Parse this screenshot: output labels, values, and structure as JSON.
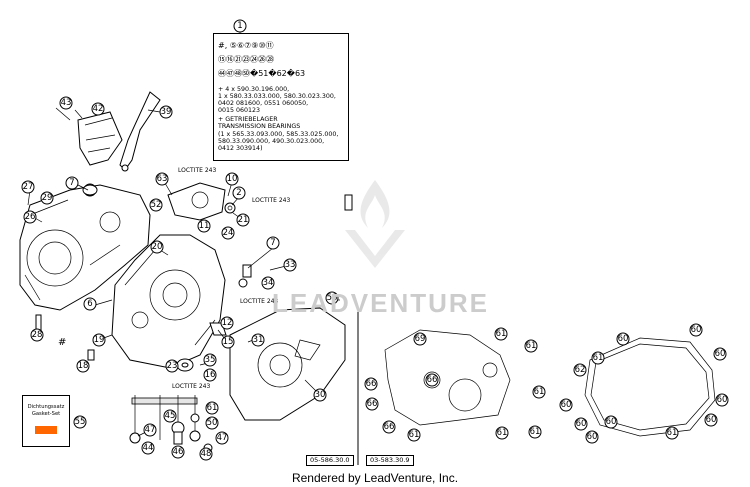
{
  "kit_card": {
    "title_callout": "1",
    "row1": "#, ⑤⑥⑦⑨⑩⑪",
    "row2": "⑮⑯㉑㉓㉔㉖㉘",
    "row3": "㊹㊼㊽㊿�51�62�63",
    "lines": [
      "+ 4 x 590.30.196.000,",
      "  1 x 580.33.033.000, 580.30.023.300,",
      "  0402 081600, 0551 060050,",
      "  0015 060123",
      "+ GETRIEBELAGER",
      "  TRANSMISSION BEARINGS",
      "  (1 x 565.33.093.000, 585.33.025.000,",
      "   580.33.090.000, 490.30.023.000,",
      "   0412 303914)"
    ]
  },
  "loctite_label": "LOCTITE 243",
  "gasket_set": {
    "line1": "Dichtungssatz",
    "line2": "Gasket-Set",
    "callout": "55"
  },
  "references": {
    "left": "05-586.30.0",
    "right": "03-583.30.9"
  },
  "watermark": "LEADVENTURE",
  "footer": "Rendered by LeadVenture, Inc.",
  "hash_mark": "#",
  "callouts": {
    "c43": "43",
    "c42": "42",
    "c39": "39",
    "c7": "7",
    "c27": "27",
    "c29": "29",
    "c26": "26",
    "c52": "52",
    "c63": "63",
    "c10": "10",
    "c2": "2",
    "c24": "24",
    "c21": "21",
    "c11": "11",
    "c20": "20",
    "c7b": "7",
    "c33": "33",
    "c34": "34",
    "c6": "6",
    "c58": "58",
    "c28": "28",
    "c19": "19",
    "c18": "18",
    "c31": "31",
    "c12": "12",
    "c15": "15",
    "c35": "35",
    "c23": "23",
    "c30": "30",
    "c47": "47",
    "c45": "45",
    "c44": "44",
    "c46": "46",
    "c16": "16",
    "c61": "61",
    "c50": "50",
    "c47b": "47",
    "c48": "48",
    "r69": "69",
    "r61a": "61",
    "r61b": "61",
    "r66a": "66",
    "r66b": "66",
    "r66c": "66",
    "r66d": "66",
    "r61c": "61",
    "r61d": "61",
    "r61e": "61",
    "r61f": "61",
    "s60a": "60",
    "s60b": "60",
    "s61a": "61",
    "s62": "62",
    "s60c": "60",
    "s60d": "60",
    "s60e": "60",
    "s60f": "60",
    "s60g": "60",
    "s60h": "60",
    "s61b": "61",
    "s60i": "60"
  }
}
